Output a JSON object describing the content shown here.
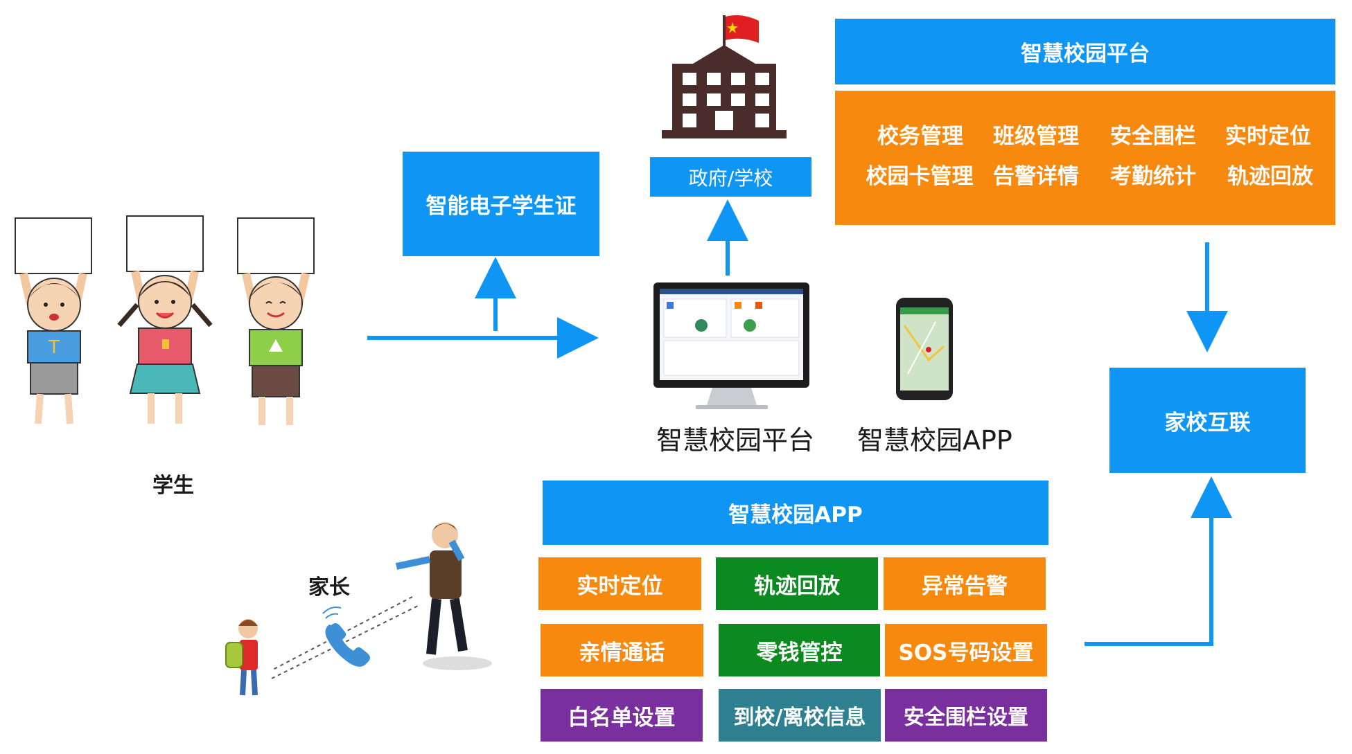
{
  "colors": {
    "blue": "#0f96f5",
    "orange": "#f78a0e",
    "green": "#0a8a1f",
    "purple": "#7a2f9e",
    "teal": "#2e8091",
    "building": "#4a2c2a",
    "flag": "#e02020"
  },
  "students": {
    "label": "学生"
  },
  "parent": {
    "label": "家长"
  },
  "student_card": {
    "label": "智能电子学生证"
  },
  "gov_school": {
    "label": "政府/学校"
  },
  "devices": {
    "platform_caption": "智慧校园平台",
    "app_caption": "智慧校园APP"
  },
  "platform_panel": {
    "title": "智慧校园平台",
    "features": [
      "校务管理",
      "班级管理",
      "安全围栏",
      "实时定位",
      "校园卡管理",
      "告警详情",
      "考勤统计",
      "轨迹回放"
    ]
  },
  "home_school": {
    "label": "家校互联"
  },
  "app_panel": {
    "title": "智慧校园APP",
    "tiles": [
      {
        "label": "实时定位",
        "color": "orange"
      },
      {
        "label": "轨迹回放",
        "color": "green"
      },
      {
        "label": "异常告警",
        "color": "orange"
      },
      {
        "label": "亲情通话",
        "color": "orange"
      },
      {
        "label": "零钱管控",
        "color": "green"
      },
      {
        "label": "SOS号码设置",
        "color": "orange"
      },
      {
        "label": "白名单设置",
        "color": "purple"
      },
      {
        "label": "到校/离校信息",
        "color": "teal"
      },
      {
        "label": "安全围栏设置",
        "color": "purple"
      }
    ]
  },
  "icons": [
    "school-building-icon",
    "china-flag-icon",
    "monitor-icon",
    "smartphone-icon",
    "phone-call-icon",
    "arrow-icon"
  ]
}
